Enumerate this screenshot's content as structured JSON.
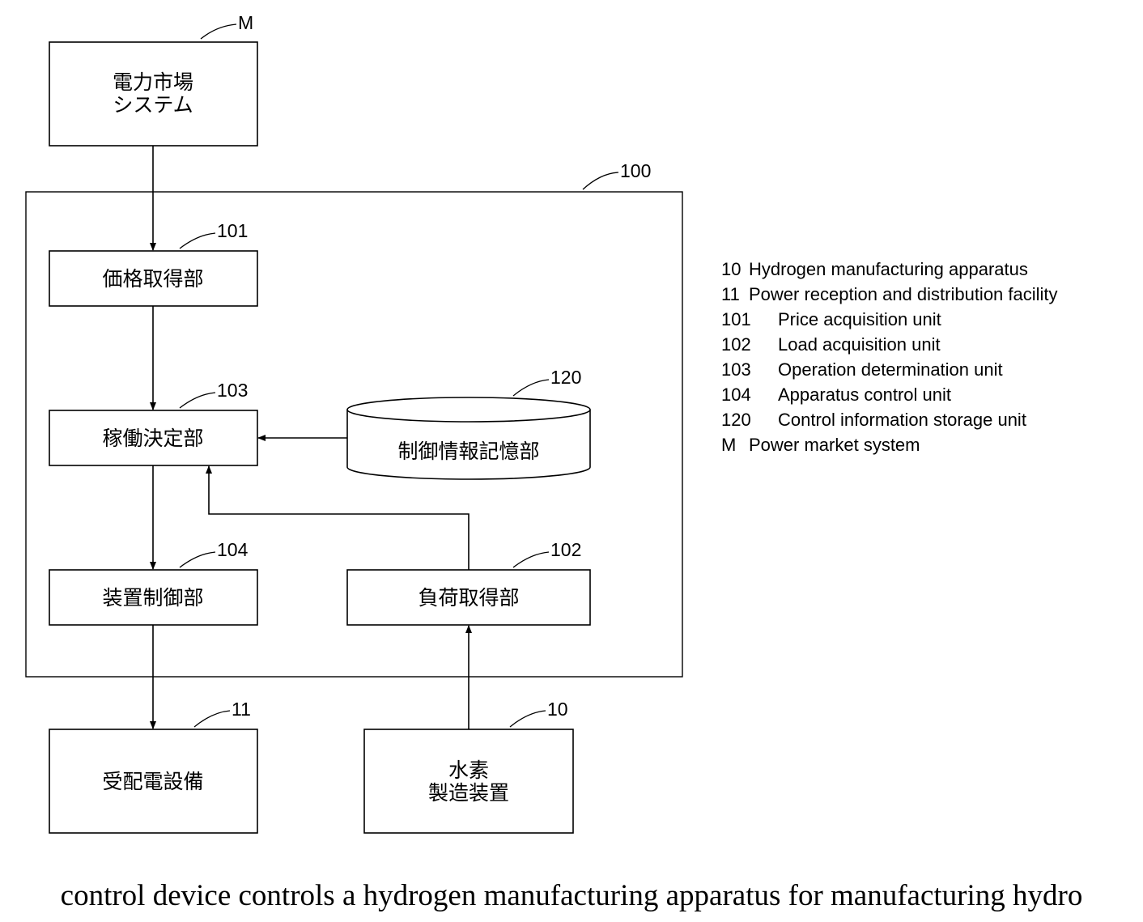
{
  "refs": {
    "market": "M",
    "device": "100",
    "price_unit": "101",
    "operation_unit": "103",
    "storage_unit": "120",
    "apparatus_control_unit": "104",
    "load_unit": "102",
    "facility": "11",
    "hydrogen_apparatus": "10"
  },
  "boxes": {
    "market_line1": "電力市場",
    "market_line2": "システム",
    "price_unit": "価格取得部",
    "operation_unit": "稼働決定部",
    "storage_unit": "制御情報記憶部",
    "apparatus_control_unit": "装置制御部",
    "load_unit": "負荷取得部",
    "facility": "受配電設備",
    "hydrogen_line1": "水素",
    "hydrogen_line2": "製造装置"
  },
  "legend": [
    {
      "code": "10",
      "label": "Hydrogen manufacturing apparatus"
    },
    {
      "code": "11",
      "label": "Power reception and distribution facility"
    },
    {
      "code": "101",
      "label": "Price acquisition unit"
    },
    {
      "code": "102",
      "label": "Load acquisition unit"
    },
    {
      "code": "103",
      "label": "Operation determination unit"
    },
    {
      "code": "104",
      "label": "Apparatus control unit"
    },
    {
      "code": "120",
      "label": "Control information storage unit"
    },
    {
      "code": "M",
      "label": "Power market system"
    }
  ],
  "caption": "control device controls a hydrogen manufacturing apparatus for manufacturing hydro"
}
